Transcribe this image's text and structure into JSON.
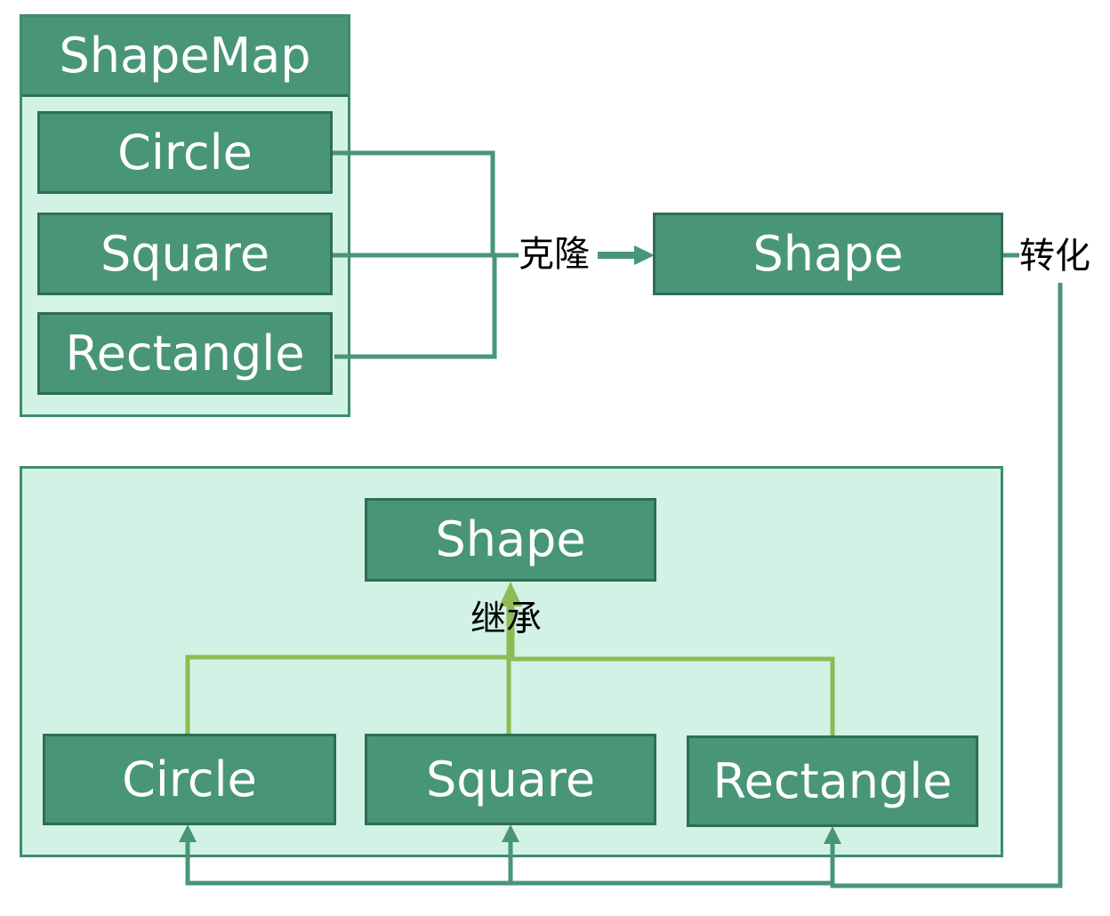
{
  "shapemap": {
    "title": "ShapeMap",
    "items": [
      "Circle",
      "Square",
      "Rectangle"
    ]
  },
  "clone_label": "克隆",
  "clone_target": "Shape",
  "convert_label": "转化",
  "hierarchy": {
    "parent": "Shape",
    "inherit_label": "继承",
    "children": [
      "Circle",
      "Square",
      "Rectangle"
    ]
  },
  "colors": {
    "box_fill": "#489677",
    "panel_fill": "#d2f2e5",
    "connector": "#489677",
    "inherit_connector": "#8dbb55"
  }
}
